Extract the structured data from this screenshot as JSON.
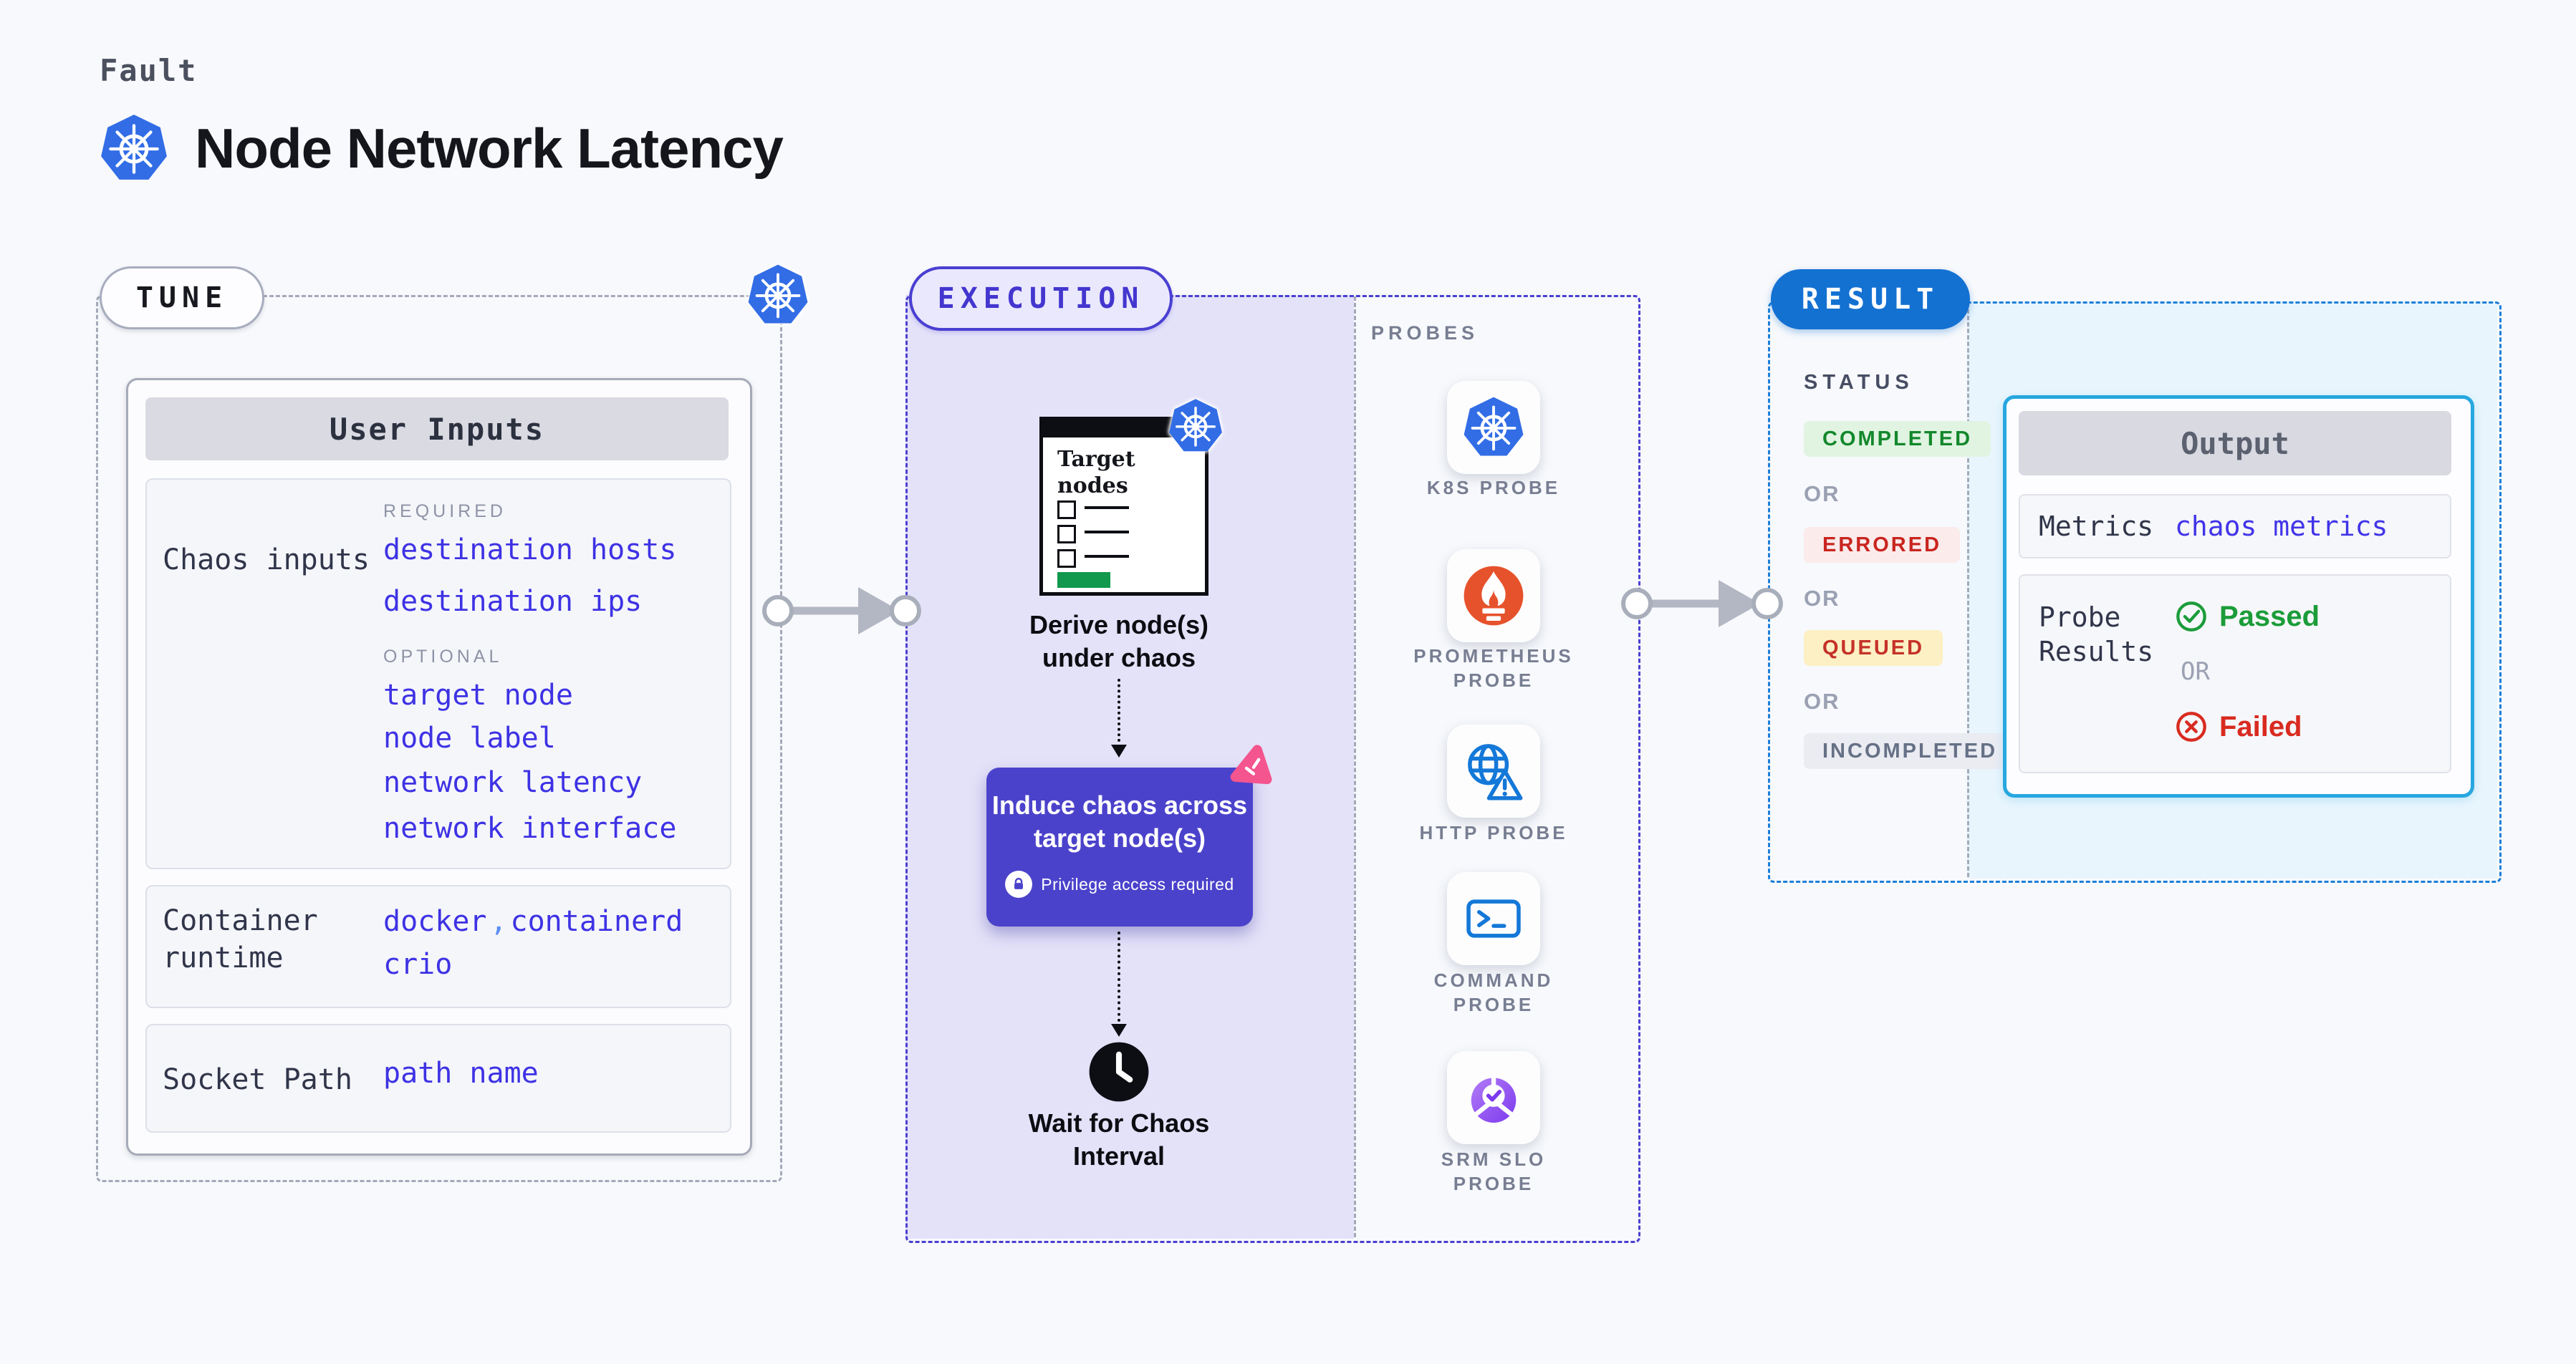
{
  "header": {
    "kind": "Fault",
    "title": "Node Network Latency"
  },
  "tune": {
    "pill": "TUNE",
    "user_inputs_header": "User Inputs",
    "chaos_inputs_label": "Chaos inputs",
    "required_heading": "REQUIRED",
    "required_links": [
      "destination hosts",
      "destination ips"
    ],
    "optional_heading": "OPTIONAL",
    "optional_links": [
      "target node",
      "node label",
      "network latency",
      "network interface"
    ],
    "container_runtime_label": "Container\nruntime",
    "container_runtime_values": [
      "docker",
      "containerd",
      "crio"
    ],
    "container_runtime_separator": ",",
    "socket_path_label": "Socket Path",
    "socket_path_value": "path name"
  },
  "execution": {
    "pill": "EXECUTION",
    "target_doc_title": "Target\nnodes",
    "derive_label": "Derive node(s)\nunder chaos",
    "induce_title": "Induce chaos across\ntarget node(s)",
    "privilege_badge": "Privilege access required",
    "wait_label": "Wait for Chaos\nInterval",
    "probes_heading": "PROBES",
    "probes": [
      {
        "label": "K8S PROBE",
        "icon": "kubernetes-icon"
      },
      {
        "label": "PROMETHEUS\nPROBE",
        "icon": "prometheus-icon"
      },
      {
        "label": "HTTP PROBE",
        "icon": "http-globe-warning-icon"
      },
      {
        "label": "COMMAND\nPROBE",
        "icon": "terminal-icon"
      },
      {
        "label": "SRM SLO\nPROBE",
        "icon": "srm-slo-pie-check-icon"
      }
    ]
  },
  "result": {
    "pill": "RESULT",
    "status_heading": "STATUS",
    "or_label": "OR",
    "statuses": [
      {
        "label": "COMPLETED",
        "type": "success"
      },
      {
        "label": "ERRORED",
        "type": "error"
      },
      {
        "label": "QUEUED",
        "type": "warning"
      },
      {
        "label": "INCOMPLETED",
        "type": "neutral"
      }
    ],
    "output": {
      "header": "Output",
      "metrics_label": "Metrics",
      "metrics_link": "chaos metrics",
      "probe_results_label": "Probe\nResults",
      "passed_label": "Passed",
      "or_label": "OR",
      "failed_label": "Failed"
    }
  },
  "colors": {
    "accent_indigo": "#4b42cb",
    "link_blue": "#3e32e4",
    "result_blue": "#1371d2",
    "output_border_cyan": "#27a7e0",
    "success_green": "#13882c",
    "error_red": "#c9251f",
    "warning_yellow_bg": "#fcf0c4",
    "prometheus_orange": "#e6522c",
    "kubernetes_blue": "#326de6",
    "litmus_pink": "#f4558f",
    "execution_lavender": "#e4e2f9"
  }
}
